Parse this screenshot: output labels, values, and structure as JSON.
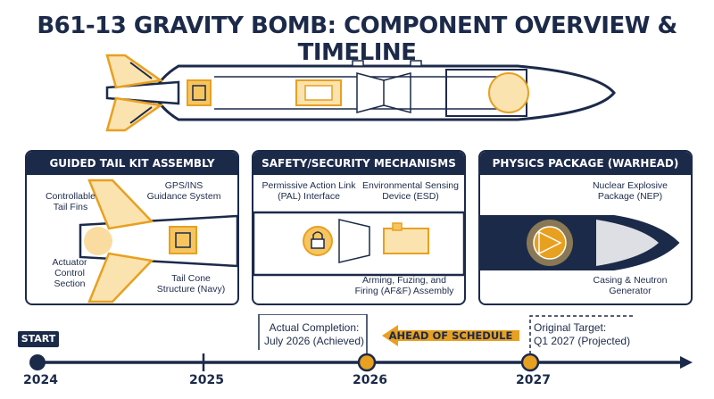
{
  "title": "B61-13 GRAVITY BOMB: COMPONENT OVERVIEW & TIMELINE",
  "colors": {
    "navy": "#1c2a4a",
    "gold": "#e8a020",
    "glow": "#f6c560"
  },
  "panels": [
    {
      "heading": "GUIDED TAIL KIT ASSEMBLY",
      "labels": {
        "fins": "Controllable\nTail Fins",
        "gps": "GPS/INS\nGuidance System",
        "actuator": "Actuator\nControl\nSection",
        "cone": "Tail Cone\nStructure (Navy)"
      }
    },
    {
      "heading": "SAFETY/SECURITY MECHANISMS",
      "labels": {
        "pal": "Permissive Action Link\n(PAL) Interface",
        "esd": "Environmental Sensing\nDevice (ESD)",
        "aff": "Arming, Fuzing, and\nFiring (AF&F) Assembly"
      }
    },
    {
      "heading": "PHYSICS PACKAGE (WARHEAD)",
      "labels": {
        "nep": "Nuclear Explosive\nPackage (NEP)",
        "casing": "Casing & Neutron\nGenerator"
      }
    }
  ],
  "timeline": {
    "start_label": "START",
    "actual": "Actual Completion:\nJuly 2026 (Achieved)",
    "original": "Original Target:\nQ1 2027 (Projected)",
    "ahead": "AHEAD OF SCHEDULE",
    "years": [
      "2024",
      "2025",
      "2026",
      "2027"
    ]
  }
}
